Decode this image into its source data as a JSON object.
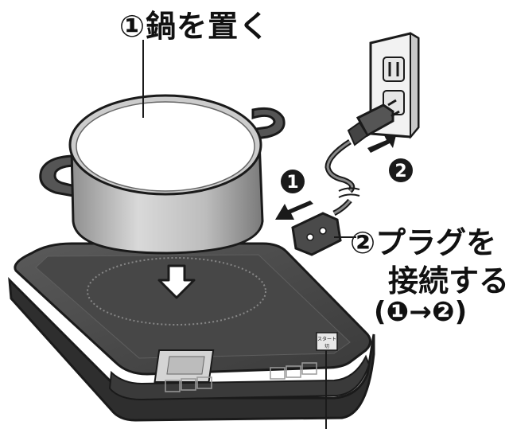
{
  "labels": {
    "step1": "①鍋を置く",
    "step2_line1": "②プラグを",
    "step2_line2": "接続する",
    "step2_line3": "(❶→❷)",
    "marker_1": "1",
    "marker_2": "2",
    "button_text_1": "スタート",
    "button_text_2": "切"
  },
  "colors": {
    "stroke": "#1a1a1a",
    "cooktop_top": "#4a4a4a",
    "cooktop_side": "#2e2e2e",
    "pot_body": "#bdbdbd",
    "pot_inside": "#ffffff",
    "display": "#cfcfcf",
    "outlet": "#f2f2f2"
  }
}
